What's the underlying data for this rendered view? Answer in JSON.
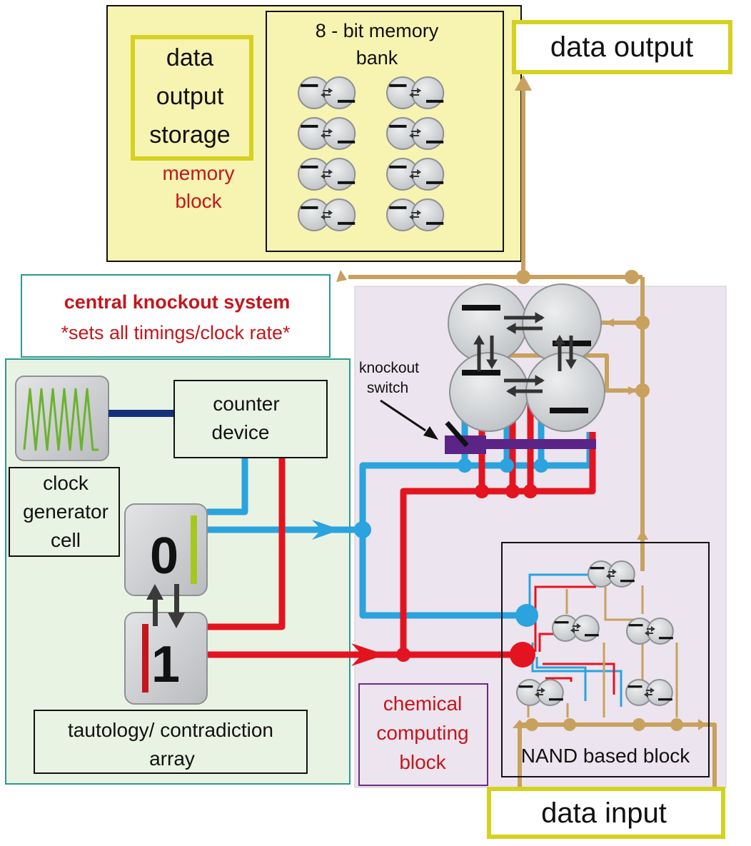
{
  "memory": {
    "storage_lines": [
      "data",
      "output",
      "storage"
    ],
    "block_lines": [
      "memory",
      "block"
    ],
    "bank_lines": [
      "8 - bit memory",
      "bank"
    ],
    "bit_count": 8
  },
  "output": {
    "label": "data output"
  },
  "input": {
    "label": "data input"
  },
  "knockout": {
    "title": "central knockout system",
    "subtitle": "*sets all timings/clock rate*"
  },
  "clock": {
    "label_lines": [
      "clock",
      "generator",
      "cell"
    ]
  },
  "counter": {
    "label_lines": [
      "counter",
      "device"
    ]
  },
  "states": {
    "zero": "0",
    "one": "1"
  },
  "tautology": {
    "label_lines": [
      "tautology/ contradiction",
      "array"
    ]
  },
  "chemical": {
    "label_lines": [
      "chemical",
      "computing",
      "block"
    ]
  },
  "switch": {
    "label_lines": [
      "knockout",
      "switch"
    ]
  },
  "nand": {
    "label": "NAND based block"
  },
  "colors": {
    "memory_bg": "#f7f3b1",
    "knockout_bg": "#e9f3e3",
    "chemical_bg": "#ece4ee",
    "yellow_frame": "#d4d220",
    "teal_frame": "#2b9a8d",
    "purple_frame": "#6a2c86",
    "red_label": "#c4161c",
    "blue_wire": "#2aa3de",
    "red_wire": "#e3141f",
    "tan_wire": "#c8a15f",
    "purple_bar": "#5b2487",
    "navy": "#12307c",
    "green_wave": "#6ab42c"
  }
}
